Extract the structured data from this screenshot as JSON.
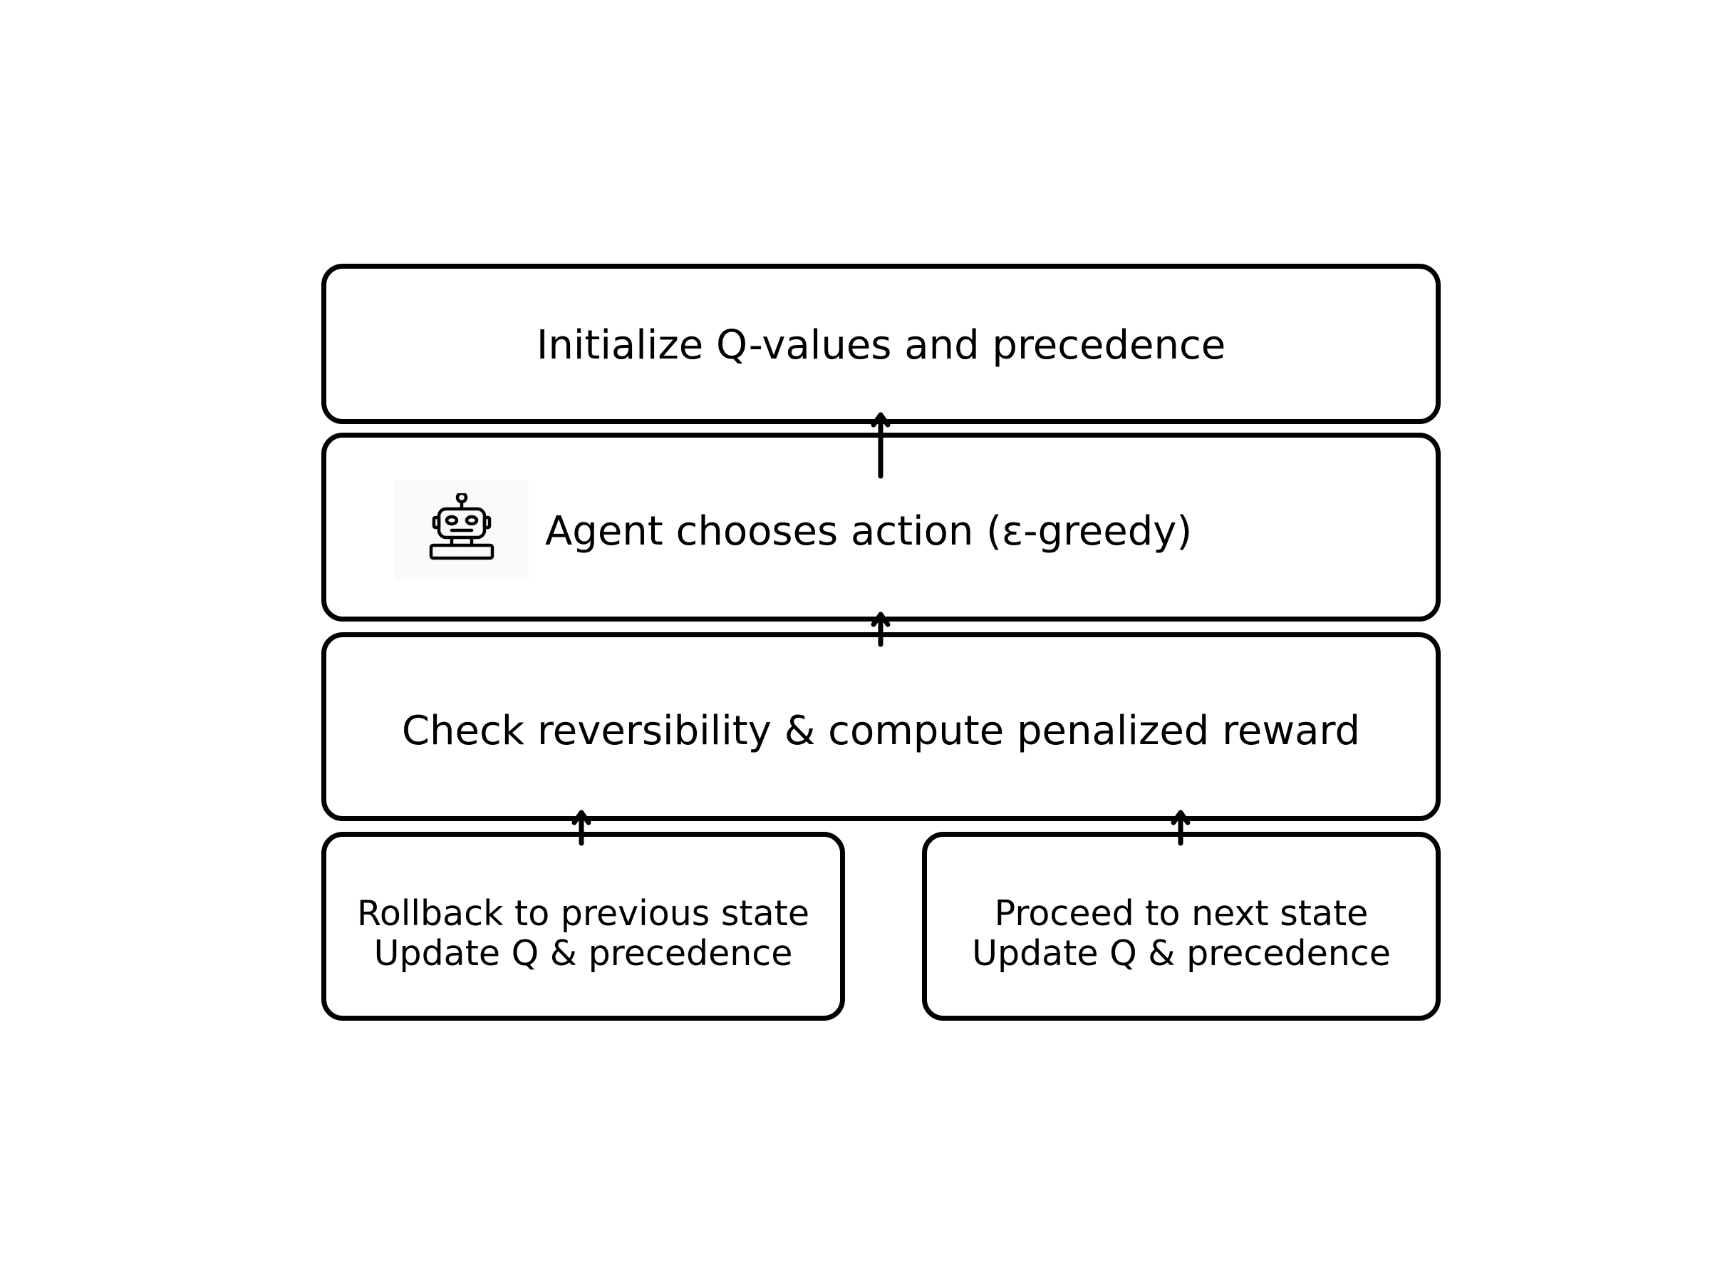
{
  "diagram": {
    "nodes": [
      {
        "id": "init",
        "label": "Initialize Q-values and precedence"
      },
      {
        "id": "agent",
        "label": "Agent chooses action (ε-greedy)",
        "icon": "robot-icon"
      },
      {
        "id": "check",
        "label": "Check reversibility & compute penalized reward"
      },
      {
        "id": "rollback",
        "lines": [
          "Rollback to previous state",
          "Update Q & precedence"
        ]
      },
      {
        "id": "proceed",
        "lines": [
          "Proceed to next state",
          "Update Q & precedence"
        ]
      }
    ],
    "edges": [
      {
        "from": "agent",
        "to": "init"
      },
      {
        "from": "check",
        "to": "agent"
      },
      {
        "from": "rollback",
        "to": "check"
      },
      {
        "from": "proceed",
        "to": "check"
      }
    ],
    "colors": {
      "stroke": "#000000",
      "fill": "#ffffff",
      "icon_tile": "#fafafa"
    }
  }
}
